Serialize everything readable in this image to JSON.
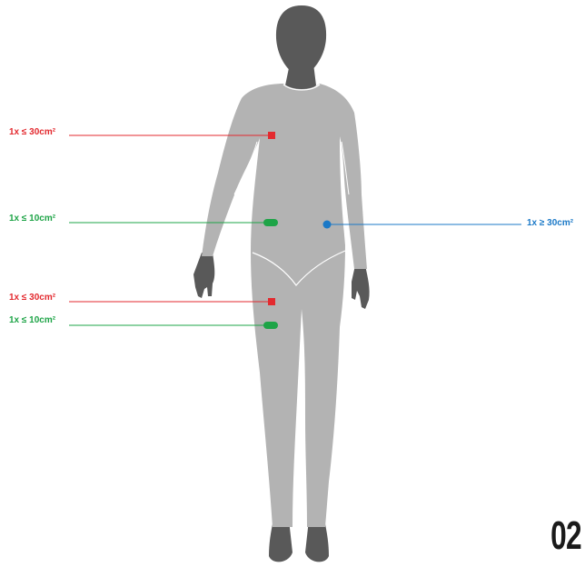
{
  "colors": {
    "red": "#e32a2f",
    "green": "#1ea447",
    "blue": "#1b79c7",
    "suit": "#b3b3b3",
    "skin": "#595959"
  },
  "markers": [
    {
      "id": "chest",
      "label": "1x ≤ 30cm²",
      "color": "red",
      "shape": "square",
      "side": "left"
    },
    {
      "id": "waist",
      "label": "1x ≤ 10cm²",
      "color": "green",
      "shape": "pill",
      "side": "left"
    },
    {
      "id": "abdomen",
      "label": "1x ≥ 30cm²",
      "color": "blue",
      "shape": "dot",
      "side": "right"
    },
    {
      "id": "thigh-upper",
      "label": "1x ≤ 30cm²",
      "color": "red",
      "shape": "square",
      "side": "left"
    },
    {
      "id": "thigh-lower",
      "label": "1x ≤ 10cm²",
      "color": "green",
      "shape": "pill",
      "side": "left"
    }
  ],
  "page_number": "02"
}
